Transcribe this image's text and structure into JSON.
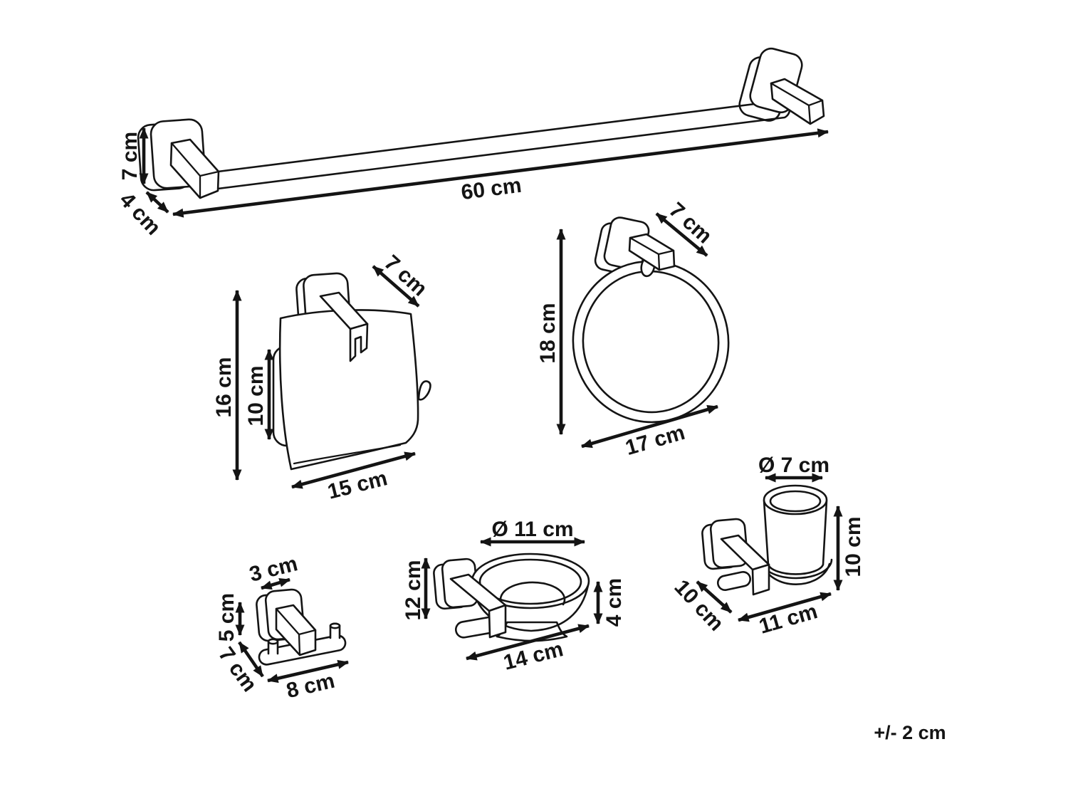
{
  "tolerance_note": "+/- 2 cm",
  "colors": {
    "line": "#141414",
    "background": "#ffffff"
  },
  "items": {
    "towel_bar": {
      "height": "7 cm",
      "depth": "4 cm",
      "width": "60 cm"
    },
    "toilet_paper_holder": {
      "height": "16 cm",
      "roll_height": "10 cm",
      "depth": "7 cm",
      "width": "15 cm"
    },
    "towel_ring": {
      "height": "18 cm",
      "depth": "7 cm",
      "width": "17 cm"
    },
    "robe_hook": {
      "top_width": "3 cm",
      "height": "5 cm",
      "depth": "7 cm",
      "width": "8 cm"
    },
    "soap_dish": {
      "diameter": "Ø 11 cm",
      "height": "12 cm",
      "dish_height": "4 cm",
      "width": "14 cm"
    },
    "tumbler_holder": {
      "diameter": "Ø 7 cm",
      "height": "10 cm",
      "depth": "10 cm",
      "width": "11 cm"
    }
  }
}
